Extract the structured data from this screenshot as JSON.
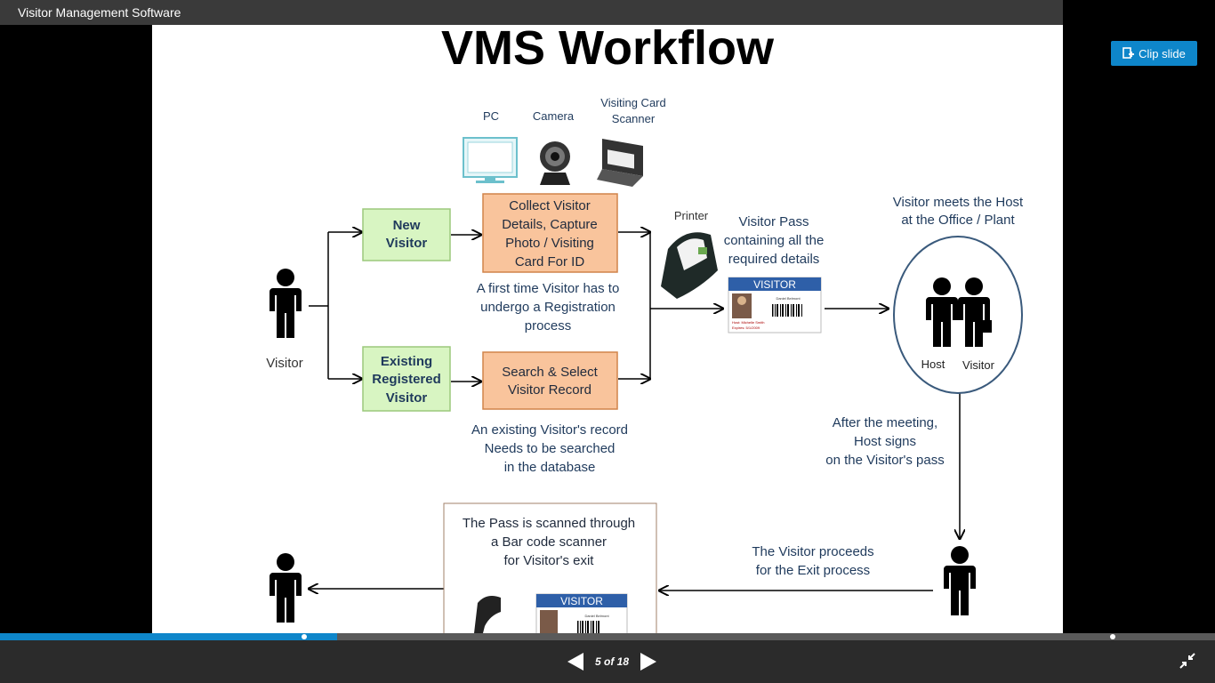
{
  "app": {
    "title": "Visitor Management Software"
  },
  "toolbar": {
    "clip_label": "Clip slide"
  },
  "pager": {
    "indicator": "5 of 18",
    "current": 5,
    "total": 18,
    "progress": 0.2778
  },
  "colors": {
    "accent": "#0e86ca",
    "green_box": "#d8f5c2",
    "orange_box": "#f9c49c",
    "pass_blue": "#2e5fa8"
  },
  "icons": {
    "prev": "triangle-left-icon",
    "next": "triangle-right-icon",
    "clip": "clip-slide-icon",
    "exit": "exit-fullscreen-icon"
  },
  "slide": {
    "title": "VMS Workflow",
    "devices": {
      "pc": "PC",
      "camera": "Camera",
      "scanner_line1": "Visiting Card",
      "scanner_line2": "Scanner",
      "printer": "Printer"
    },
    "visitor_label": "Visitor",
    "new_visitor": {
      "line1": "New",
      "line2": "Visitor"
    },
    "existing_visitor": {
      "line1": "Existing",
      "line2": "Registered",
      "line3": "Visitor"
    },
    "collect": {
      "line1": "Collect Visitor",
      "line2": "Details, Capture",
      "line3": "Photo / Visiting",
      "line4": "Card For ID"
    },
    "first_time_note": {
      "line1": "A first time Visitor has to",
      "line2": "undergo a Registration",
      "line3": "process"
    },
    "search": {
      "line1": "Search & Select",
      "line2": "Visitor Record"
    },
    "existing_note": {
      "line1": "An existing Visitor's record",
      "line2": "Needs to be searched",
      "line3": "in the database"
    },
    "pass_note": {
      "line1": "Visitor Pass",
      "line2": "containing all the",
      "line3": "required details"
    },
    "pass_card": {
      "header": "VISITOR",
      "name": "Daniel Belmont",
      "host": "Host: Michelle Smith",
      "expires": "Expires: 5/1/2009"
    },
    "meets": {
      "line1": "Visitor meets the Host",
      "line2": "at the Office / Plant"
    },
    "host_label": "Host",
    "visitor_label_circle": "Visitor",
    "after_meeting": {
      "line1": "After the meeting,",
      "line2": "Host signs",
      "line3": "on the Visitor's pass"
    },
    "exit_process": {
      "line1": "The Visitor proceeds",
      "line2": "for the Exit process"
    },
    "scan_note": {
      "line1": "The Pass is scanned through",
      "line2": "a Bar code scanner",
      "line3": "for Visitor's exit"
    },
    "exit_card": {
      "header": "VISITOR",
      "name": "Daniel Belmont"
    }
  }
}
